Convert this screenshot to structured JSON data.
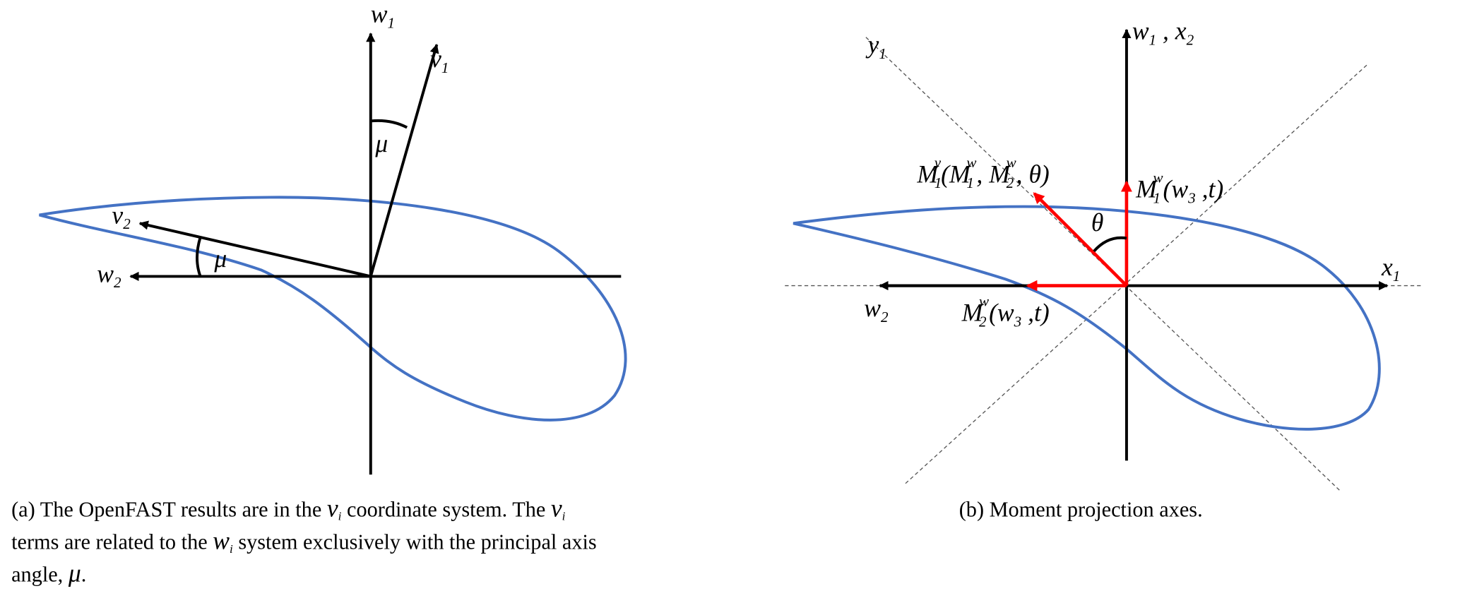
{
  "colors": {
    "airfoil": "#4472C4",
    "axis": "#000000",
    "moment": "#FF0000",
    "guide": "#555555"
  },
  "panel_a": {
    "axis_labels": {
      "w1": {
        "base": "w",
        "sub": "1"
      },
      "w2": {
        "base": "w",
        "sub": "2"
      },
      "v1": {
        "base": "v",
        "sub": "1"
      },
      "v2": {
        "base": "v",
        "sub": "2"
      }
    },
    "angle_label": "μ",
    "caption": {
      "line1_a": "(a) The OpenFAST results are in the ",
      "v": "v",
      "i": "i",
      "line1_b": " coordinate system. The ",
      "line2_a": "terms  are related to the ",
      "w": "w",
      "line2_b": " system exclusively with the principal axis",
      "line3_a": "angle, ",
      "mu": "μ",
      "line3_b": "."
    }
  },
  "panel_b": {
    "axis_labels": {
      "w1x2": {
        "base1": "w",
        "sub1": "1",
        "sep": " , ",
        "base2": "x",
        "sub2": "2"
      },
      "y1": {
        "base": "y",
        "sub": "1"
      },
      "x1": {
        "base": "x",
        "sub": "1"
      },
      "w2": {
        "base": "w",
        "sub": "2"
      }
    },
    "angle_label": "θ",
    "moments": {
      "m1y": {
        "M": "M",
        "sub": "1",
        "sup": "y",
        "open": "(",
        "M1": "M",
        "M1sub": "1",
        "M1sup": "w",
        "comma1": ", ",
        "M2": "M",
        "M2sub": "2",
        "M2sup": "w",
        "rest": ", θ)"
      },
      "m1w": {
        "M": "M",
        "sub": "1",
        "sup": "w",
        "open": "(",
        "w": "w",
        "wsub": "3",
        "rest": " ,t)"
      },
      "m2w": {
        "M": "M",
        "sub": "2",
        "sup": "w",
        "open": "(",
        "w": "w",
        "wsub": "3",
        "rest": " ,t)"
      }
    },
    "caption": "(b) Moment projection axes."
  }
}
